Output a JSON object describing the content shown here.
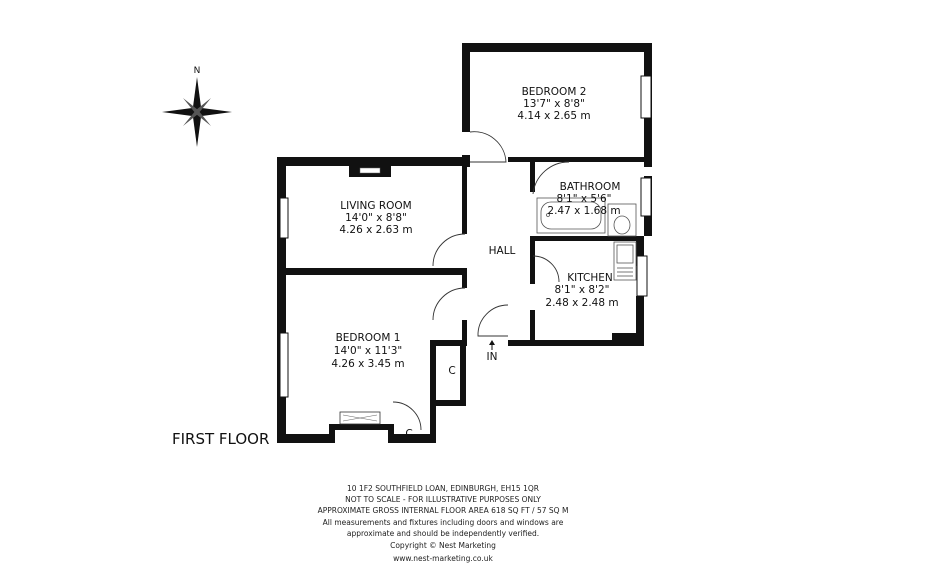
{
  "compass": {
    "north_label": "N"
  },
  "floor_label": "FIRST FLOOR",
  "rooms": [
    {
      "name": "BEDROOM 2",
      "dim_imperial": "13'7\" x 8'8\"",
      "dim_metric": "4.14 x 2.65 m"
    },
    {
      "name": "LIVING ROOM",
      "dim_imperial": "14'0\" x 8'8\"",
      "dim_metric": "4.26 x 2.63 m"
    },
    {
      "name": "BATHROOM",
      "dim_imperial": "8'1\" x 5'6\"",
      "dim_metric": "2.47 x 1.68 m"
    },
    {
      "name": "KITCHEN",
      "dim_imperial": "8'1\" x 8'2\"",
      "dim_metric": "2.48 x 2.48 m"
    },
    {
      "name": "BEDROOM 1",
      "dim_imperial": "14'0\" x 11'3\"",
      "dim_metric": "4.26 x 3.45 m"
    }
  ],
  "labels": {
    "hall": "HALL",
    "entrance": "IN",
    "cupboard_1": "C",
    "cupboard_2": "C"
  },
  "footer": [
    "10 1F2 SOUTHFIELD LOAN, EDINBURGH, EH15 1QR",
    "NOT TO SCALE - FOR ILLUSTRATIVE PURPOSES ONLY",
    "APPROXIMATE GROSS INTERNAL FLOOR AREA 618 SQ FT / 57 SQ M",
    "All measurements and fixtures including doors and windows are",
    "approximate and should be independently verified.",
    "Copyright © Nest Marketing",
    "www.nest-marketing.co.uk"
  ],
  "colors": {
    "wall": "#111111",
    "window": "#ffffff",
    "fixture": "#444444"
  }
}
